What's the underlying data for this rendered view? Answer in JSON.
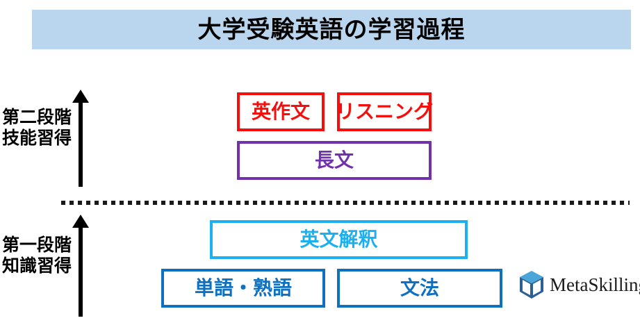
{
  "title": {
    "text": "大学受験英語の学習過程",
    "band_color": "#b9d6ee",
    "text_color": "#000000"
  },
  "stages": [
    {
      "id": "stage-2",
      "label_line1": "第二段階",
      "label_line2": "技能習得",
      "arrow": "up-arrow-icon"
    },
    {
      "id": "stage-1",
      "label_line1": "第一段階",
      "label_line2": "知識習得",
      "arrow": "up-arrow-icon"
    }
  ],
  "divider": {
    "style": "dotted",
    "color": "#1a1a1a"
  },
  "boxes": {
    "eisakubun": {
      "label": "英作文",
      "color": "#f40f0f"
    },
    "listening": {
      "label": "リスニング",
      "color": "#f40f0f"
    },
    "chobun": {
      "label": "長文",
      "color": "#7230ad"
    },
    "kaishaku": {
      "label": "英文解釈",
      "color": "#1cb0f0"
    },
    "tango": {
      "label": "単語・熟語",
      "color": "#1070c0"
    },
    "bunpou": {
      "label": "文法",
      "color": "#1070c0"
    }
  },
  "logo": {
    "name": "MetaSkilling",
    "mark_top_color": "#4aa6d8",
    "mark_side_color": "#2b5f96"
  }
}
